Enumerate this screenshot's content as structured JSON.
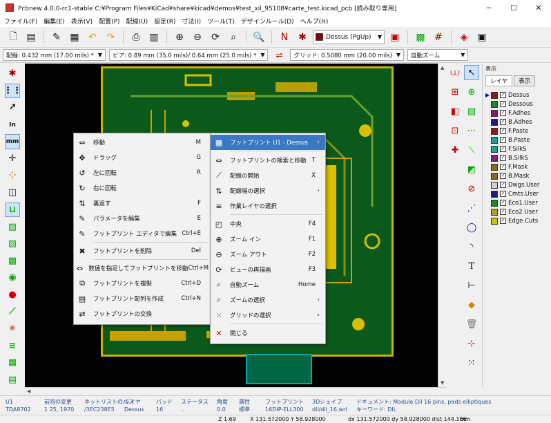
{
  "window": {
    "title": "Pcbnew 4.0.0-rc1-stable C:¥Program Files¥KiCad¥share¥kicad¥demos¥test_xil_95108¥carte_test.kicad_pcb [読み取り専用]",
    "controls": [
      "−",
      "☐",
      "✕"
    ]
  },
  "menubar": [
    "ファイル(F)",
    "編集(E)",
    "表示(V)",
    "配置(P)",
    "配線(U)",
    "設定(R)",
    "寸法(I)",
    "ツール(T)",
    "デザインルール(D)",
    "ヘルプ(H)"
  ],
  "toolbar": {
    "active_layer": "Dessus (PgUp)",
    "active_layer_color": "#8b0000"
  },
  "toolbar2": {
    "track_width": "配線: 0.432 mm (17.00 mils) *",
    "via_size": "ビア: 0.89 mm (35.0 mils)/ 0.64 mm (25.0 mils) *",
    "grid": "グリッド: 0.5080 mm (20.00 mils)",
    "zoom": "自動ズーム"
  },
  "layers_panel": {
    "header": "表示",
    "tabs": [
      "レイヤ",
      "表示"
    ],
    "layers": [
      {
        "name": "Dessus",
        "color": "#8b1a1a"
      },
      {
        "name": "Dessous",
        "color": "#1a8b2a"
      },
      {
        "name": "F.Adhes",
        "color": "#8b1a6b"
      },
      {
        "name": "B.Adhes",
        "color": "#1a1a8b"
      },
      {
        "name": "F.Paste",
        "color": "#8b1a1a"
      },
      {
        "name": "B.Paste",
        "color": "#1aa0a0"
      },
      {
        "name": "F.SilkS",
        "color": "#1aa0a0"
      },
      {
        "name": "B.SilkS",
        "color": "#8b1a8b"
      },
      {
        "name": "F.Mask",
        "color": "#8b6b1a"
      },
      {
        "name": "B.Mask",
        "color": "#8b6b1a"
      },
      {
        "name": "Dwgs.User",
        "color": "#d0d0d0"
      },
      {
        "name": "Cmts.User",
        "color": "#1a1a8b"
      },
      {
        "name": "Eco1.User",
        "color": "#1a8b1a"
      },
      {
        "name": "Eco2.User",
        "color": "#b0a020"
      },
      {
        "name": "Edge.Cuts",
        "color": "#c8c800"
      }
    ]
  },
  "context_menu": {
    "items": [
      {
        "label": "移動",
        "shortcut": "M",
        "icon": "move-icon"
      },
      {
        "label": "ドラッグ",
        "shortcut": "G",
        "icon": "drag-icon"
      },
      {
        "label": "左に回転",
        "shortcut": "R",
        "icon": "rotate-left-icon"
      },
      {
        "label": "右に回転",
        "shortcut": "",
        "icon": "rotate-right-icon"
      },
      {
        "label": "裏返す",
        "shortcut": "F",
        "icon": "flip-icon"
      },
      {
        "label": "パラメータを編集",
        "shortcut": "E",
        "icon": "edit-params-icon"
      },
      {
        "label": "フットプリント エディタで編集",
        "shortcut": "Ctrl+E",
        "icon": "footprint-editor-icon"
      },
      {
        "label": "フットプリントを削除",
        "shortcut": "Del",
        "icon": "delete-icon"
      },
      {
        "label": "数値を指定してフットプリントを移動",
        "shortcut": "Ctrl+M",
        "icon": "move-exact-icon"
      },
      {
        "label": "フットプリントを複製",
        "shortcut": "Ctrl+D",
        "icon": "duplicate-icon"
      },
      {
        "label": "フットプリント配列を作成",
        "shortcut": "Ctrl+N",
        "icon": "array-icon"
      },
      {
        "label": "フットプリントの交換",
        "shortcut": "",
        "icon": "exchange-icon"
      }
    ]
  },
  "submenu": {
    "items": [
      {
        "label": "フットプリント U1 - Dessus",
        "shortcut": "",
        "sub": true,
        "highlight": true
      },
      {
        "label": "フットプリントの検索と移動",
        "shortcut": "T"
      },
      {
        "label": "配線の開始",
        "shortcut": "X"
      },
      {
        "label": "配線幅の選択",
        "shortcut": "",
        "sub": true
      },
      {
        "label": "作業レイヤの選択",
        "shortcut": ""
      },
      {
        "label": "中央",
        "shortcut": "F4"
      },
      {
        "label": "ズーム イン",
        "shortcut": "F1"
      },
      {
        "label": "ズーム アウト",
        "shortcut": "F2"
      },
      {
        "label": "ビューの再描画",
        "shortcut": "F3"
      },
      {
        "label": "自動ズーム",
        "shortcut": "Home"
      },
      {
        "label": "ズームの選択",
        "shortcut": "",
        "sub": true
      },
      {
        "label": "グリッドの選択",
        "shortcut": "",
        "sub": true
      },
      {
        "label": "閉じる",
        "shortcut": ""
      }
    ]
  },
  "status": {
    "ref": {
      "h": "U1",
      "v": "TDA8702"
    },
    "last_change": {
      "h": "前回の変更",
      "v": "1 25, 1970"
    },
    "netlist_path": {
      "h": "ネットリストのパス",
      "v": "/3EC238E5"
    },
    "layer": {
      "h": "レイヤ",
      "v": "Dessus"
    },
    "pads": {
      "h": "パッド",
      "v": "16"
    },
    "state": {
      "h": "ステータス",
      "v": ".."
    },
    "angle": {
      "h": "角度",
      "v": "0.0"
    },
    "attr": {
      "h": "属性",
      "v": "標準"
    },
    "footprint": {
      "h": "フットプリント",
      "v": "16DIP-ELL300"
    },
    "shape3d": {
      "h": "3Dシェイプ",
      "v": "dil/dil_16.wrl"
    },
    "doc": {
      "h": "ドキュメント: Module Dil 16 pins, pads elliptiques",
      "v": "キーワード: DIL"
    }
  },
  "status2": {
    "zoom": "Z 1.69",
    "xy": "X 131.572000  Y 58.928000",
    "dxy": "dx 131.572000  dy 58.928000  dist 144.166",
    "units": "mm"
  }
}
